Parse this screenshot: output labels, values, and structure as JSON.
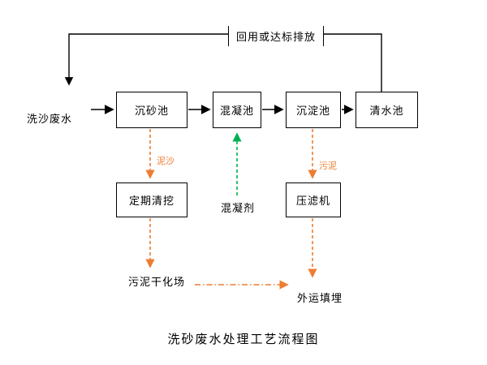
{
  "diagram": {
    "title": "洗砂废水处理工艺流程图",
    "recycle_label": "回用或达标排放",
    "input_label": "洗沙废水",
    "boxes": {
      "grit": "沉砂池",
      "coagulation": "混凝池",
      "sedimentation": "沉淀池",
      "clear_water": "清水池",
      "dredge": "定期清挖",
      "filter_press": "压滤机"
    },
    "flow_labels": {
      "sediment": "泥沙",
      "sludge": "污泥",
      "coagulant": "混凝剂"
    },
    "end_labels": {
      "drying_field": "污泥干化场",
      "landfill": "外运填埋"
    },
    "colors": {
      "main_line": "#000000",
      "sludge_flow": "#ED7D31",
      "coagulant_flow": "#00B050",
      "background": "#FFFFFF"
    }
  }
}
